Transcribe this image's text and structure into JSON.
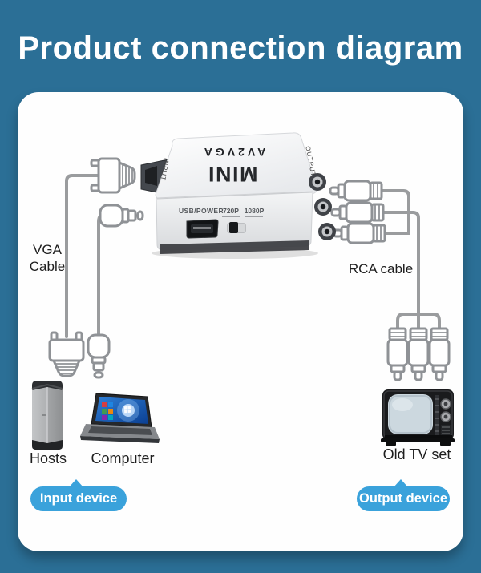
{
  "title": "Product connection diagram",
  "colors": {
    "background": "#2b6f96",
    "badge_blue": "#3aa2db",
    "cable_gray": "#9a9c9e"
  },
  "converter": {
    "brand": "AV2VGA",
    "model": "MINI",
    "input_port_label": "INPUT",
    "output_port_label": "OUTPUT",
    "usb_power_label": "USB/POWER",
    "res_720_label": "720P",
    "res_1080_label": "1080P"
  },
  "cable_labels": {
    "vga_line1": "VGA",
    "vga_line2": "Cable",
    "rca": "RCA cable"
  },
  "device_labels": {
    "hosts": "Hosts",
    "computer": "Computer",
    "old_tv": "Old TV set"
  },
  "badges": {
    "input": "Input device",
    "output": "Output device"
  }
}
